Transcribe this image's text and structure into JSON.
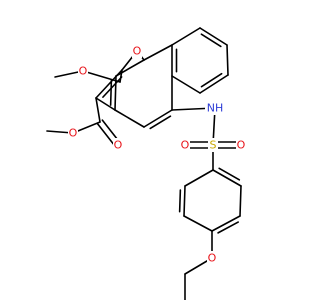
{
  "molecule": {
    "atom_labels": {
      "furan_oxygen": "O",
      "ether_oxygen": "O",
      "ester_carbonyl_oxygen": "O",
      "ester_ether_oxygen": "O",
      "amine": "NH",
      "sulfur": "S",
      "sulfonyl_oxygen_left": "O",
      "sulfonyl_oxygen_right": "O",
      "ethoxy_oxygen": "O"
    },
    "colors": {
      "oxygen": "#e8141a",
      "nitrogen": "#2c3bd6",
      "sulfur": "#c8a800",
      "bond": "#000000"
    }
  }
}
